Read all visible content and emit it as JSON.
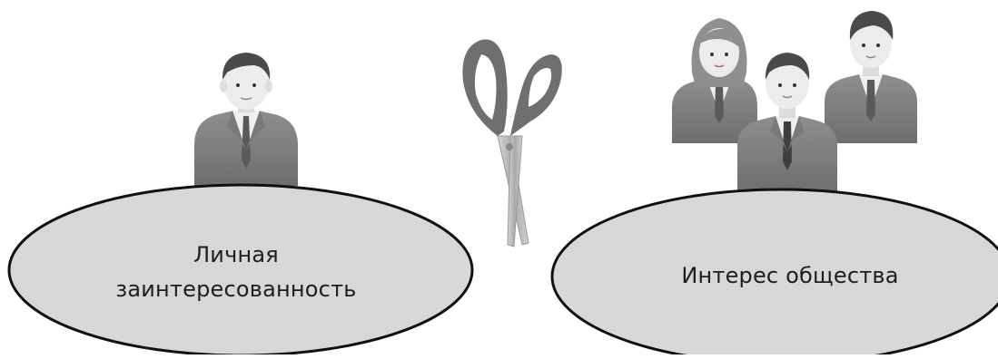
{
  "diagram": {
    "left_group": {
      "label_line1": "Личная",
      "label_line2": "заинтересованность"
    },
    "right_group": {
      "label": "Интерес общества"
    },
    "separator_icon": "scissors-icon",
    "person_icon": "businessperson-icon",
    "colors": {
      "ellipse_fill": "#d9d9d9",
      "ellipse_stroke": "#111111",
      "suit": "#8a8a8a",
      "hair": "#4a4a4a",
      "skin": "#e8e8e8",
      "scissor_handle": "#7a7a7a",
      "scissor_blade": "#bdbdbd"
    }
  }
}
